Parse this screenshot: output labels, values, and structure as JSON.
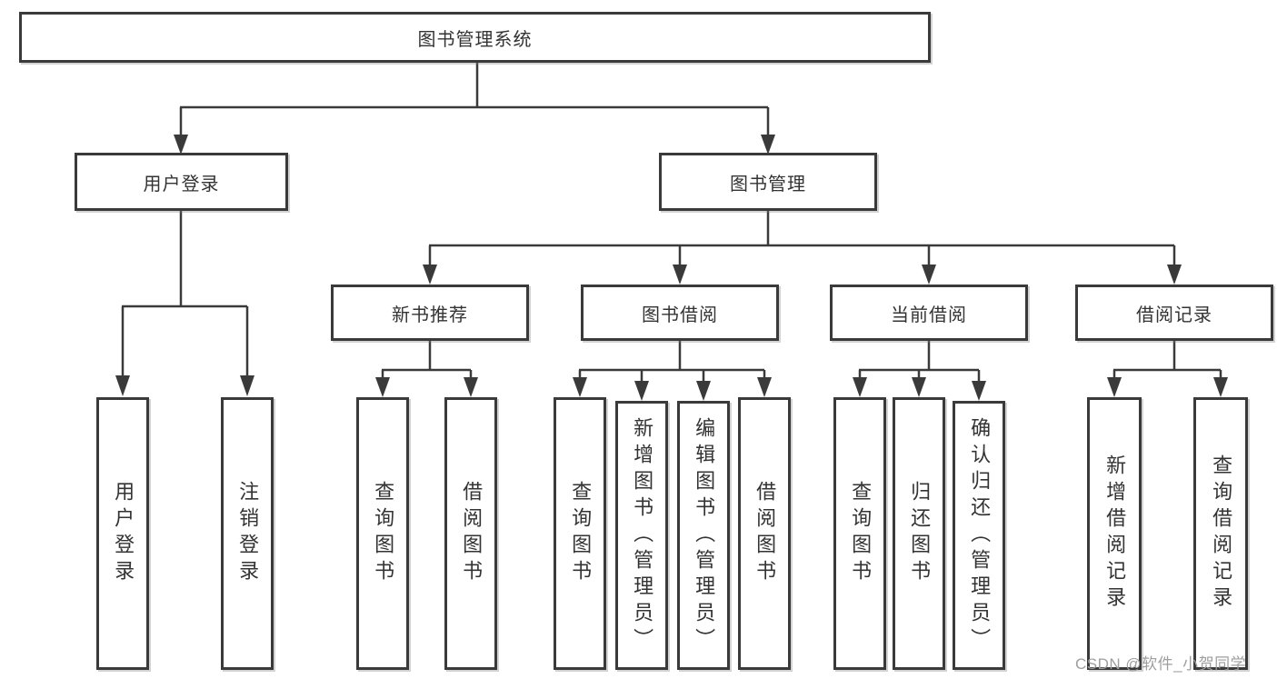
{
  "diagram": {
    "root": {
      "label": "图书管理系统"
    },
    "branches": [
      {
        "label": "用户登录",
        "children": [
          {
            "label": "用户登录"
          },
          {
            "label": "注销登录"
          }
        ]
      },
      {
        "label": "图书管理",
        "children": [
          {
            "label": "新书推荐",
            "children": [
              {
                "label": "查询图书"
              },
              {
                "label": "借阅图书"
              }
            ]
          },
          {
            "label": "图书借阅",
            "children": [
              {
                "label": "查询图书"
              },
              {
                "label": "新增图书（管理员）"
              },
              {
                "label": "编辑图书（管理员）"
              },
              {
                "label": "借阅图书"
              }
            ]
          },
          {
            "label": "当前借阅",
            "children": [
              {
                "label": "查询图书"
              },
              {
                "label": "归还图书"
              },
              {
                "label": "确认归还（管理员）"
              }
            ]
          },
          {
            "label": "借阅记录",
            "children": [
              {
                "label": "新增借阅记录"
              },
              {
                "label": "查询借阅记录"
              }
            ]
          }
        ]
      }
    ]
  },
  "watermark": {
    "text": "CSDN @软件_小贺同学"
  },
  "colors": {
    "line": "#3a3a3a",
    "box_border": "#3a3a3a",
    "text": "#333333",
    "watermark": "#9e9e9e",
    "background": "#ffffff"
  }
}
